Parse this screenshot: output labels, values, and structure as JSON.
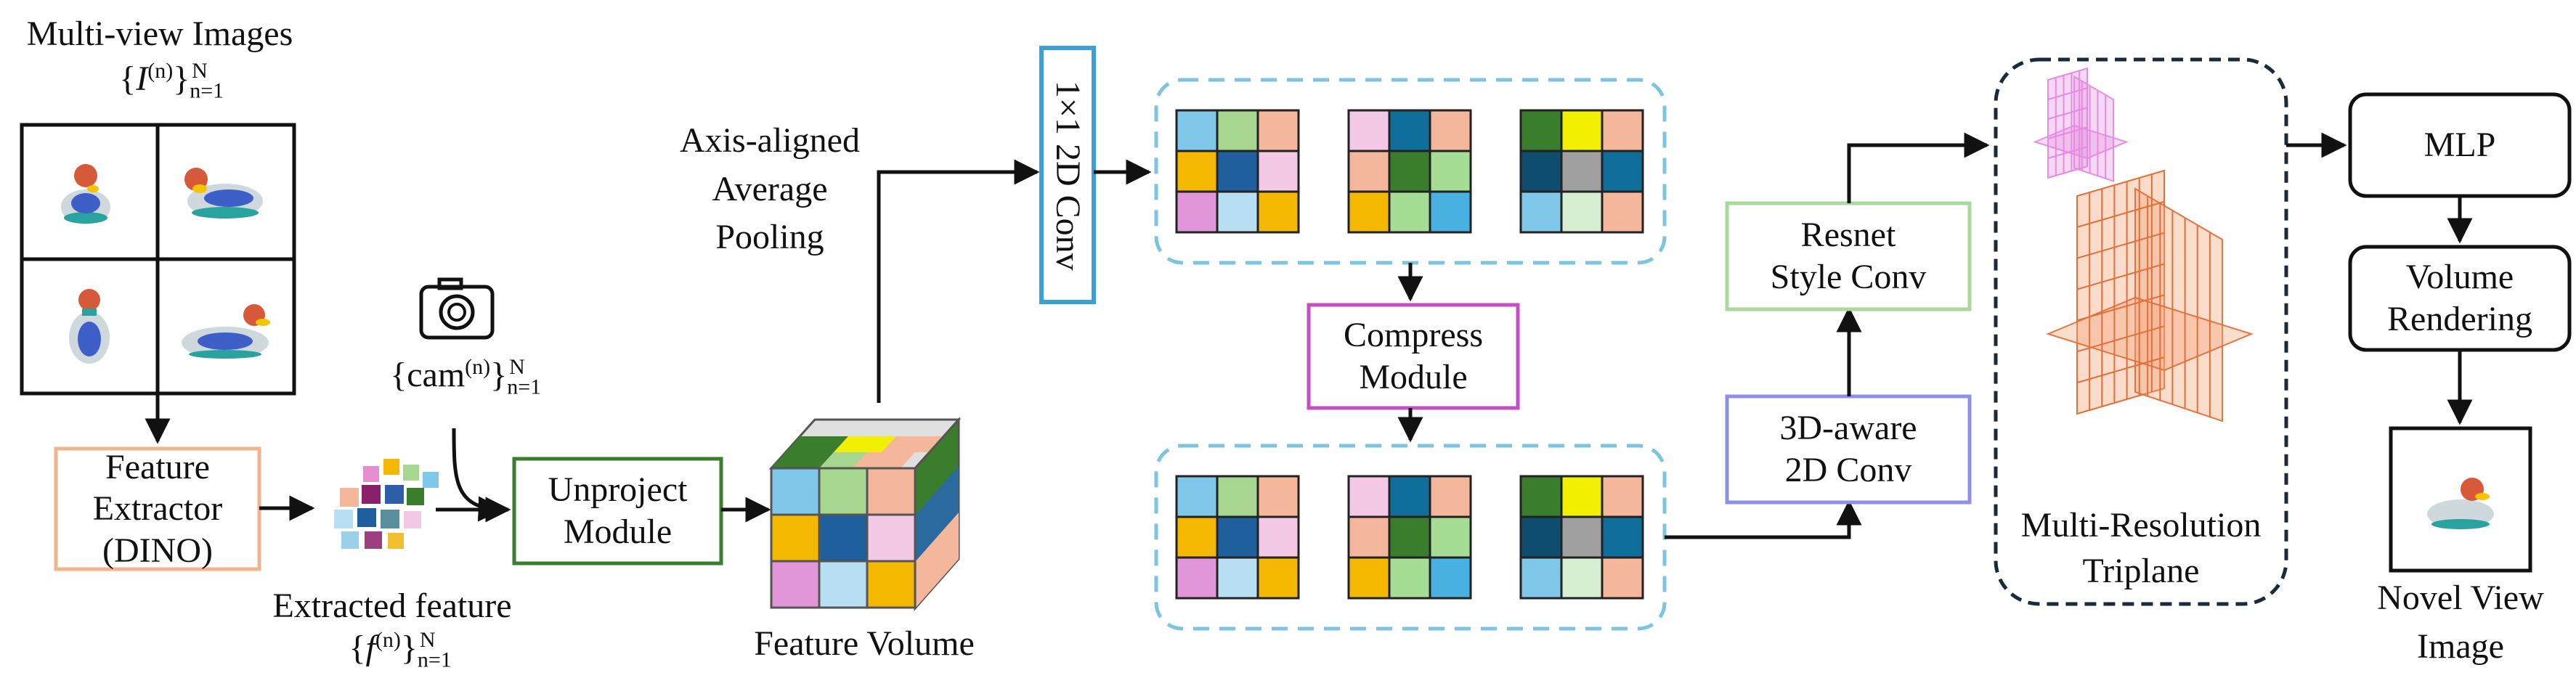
{
  "input": {
    "title": "Multi-view Images",
    "math_pre": "{",
    "math_var": "I",
    "math_sup": "(n)",
    "math_close": "}",
    "math_sub": "n=1",
    "math_N": "N"
  },
  "feature_extractor": {
    "line1": "Feature",
    "line2": "Extractor",
    "line3": "(DINO)"
  },
  "extracted": {
    "title": "Extracted feature",
    "math_var": "f",
    "math_sup": "(n)",
    "math_sub": "n=1",
    "math_N": "N"
  },
  "camera": {
    "math_pre": "{cam",
    "math_sup": "(n)",
    "math_sub": "n=1",
    "math_N": "N"
  },
  "unproject": {
    "line1": "Unproject",
    "line2": "Module"
  },
  "feature_volume": {
    "label": "Feature Volume"
  },
  "pooling": {
    "line1": "Axis-aligned",
    "line2": "Average",
    "line3": "Pooling"
  },
  "conv1x1": {
    "label": "1×1 2D Conv"
  },
  "compress": {
    "line1": "Compress",
    "line2": "Module"
  },
  "aware_conv": {
    "line1": "3D-aware",
    "line2": "2D Conv"
  },
  "resnet": {
    "line1": "Resnet",
    "line2": "Style Conv"
  },
  "triplane": {
    "line1": "Multi-Resolution",
    "line2": "Triplane"
  },
  "mlp": {
    "label": "MLP"
  },
  "volume_rendering": {
    "line1": "Volume",
    "line2": "Rendering"
  },
  "novel_view": {
    "line1": "Novel View",
    "line2": "Image"
  },
  "colors": {
    "feature_box": "#f2b38f",
    "unproject_box": "#3a7d2c",
    "conv_box": "#3aa0d6",
    "compress_box": "#c64fc6",
    "aware_box": "#8f8fe8",
    "resnet_box": "#a8d89a",
    "dashed": "#7cc4e0",
    "triplane_small": "#e58be0",
    "triplane_large": "#f4a57a"
  },
  "grids": {
    "g1": [
      "#7fc8ea",
      "#a6d68f",
      "#f4b79c",
      "#f5b800",
      "#1f5f9e",
      "#f3c8e4",
      "#e096d8",
      "#b8dff2",
      "#f5b800"
    ],
    "g2": [
      "#f3c8e4",
      "#0f6e9a",
      "#f4b79c",
      "#f4b79c",
      "#3a7d2c",
      "#a6dd95",
      "#f5b800",
      "#a6dd95",
      "#49b0e2"
    ],
    "g3": [
      "#3a7d2c",
      "#f0f000",
      "#f4b79c",
      "#0f4d6e",
      "#a0a0a0",
      "#0f6e9a",
      "#7fc8ea",
      "#d6efd0",
      "#f4b79c"
    ]
  },
  "feature_patches": [
    "#e68fd0",
    "#f5b800",
    "#a6d68f",
    "#7fc8ea",
    "#f4b79c",
    "#8a1f6a",
    "#2d5fa8",
    "#3a7d2c",
    "#b8dff2",
    "#1f5f9e",
    "#5a8f9e",
    "#f3c8e4",
    "#9ad0e8",
    "#9b3f80",
    "#f0c030"
  ]
}
